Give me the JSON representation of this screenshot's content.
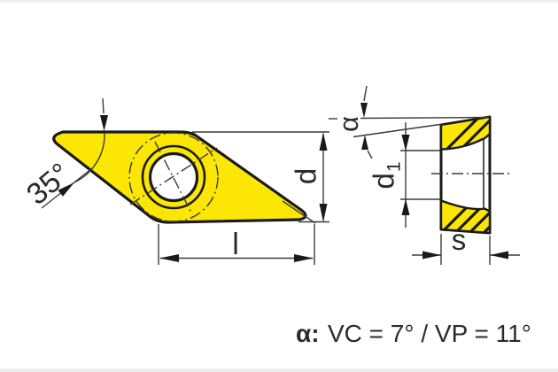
{
  "page": {
    "background": "#ffffff"
  },
  "colors": {
    "insert_yellow": "#fbe604",
    "outline": "#1a1a1a",
    "dimension": "#3a3a3a",
    "text": "#2b2b2b",
    "frame": "#ededed",
    "hole_fill": "#ffffff"
  },
  "front_view": {
    "tip_angle_label": "35°",
    "width_label": "d",
    "length_label": "l"
  },
  "side_view": {
    "clearance_angle_label": "α",
    "bore_label_base": "d",
    "bore_label_sub": "1",
    "thickness_label": "s"
  },
  "caption": {
    "alpha_prefix": "α:",
    "values": "VC = 7° / VP = 11°"
  }
}
